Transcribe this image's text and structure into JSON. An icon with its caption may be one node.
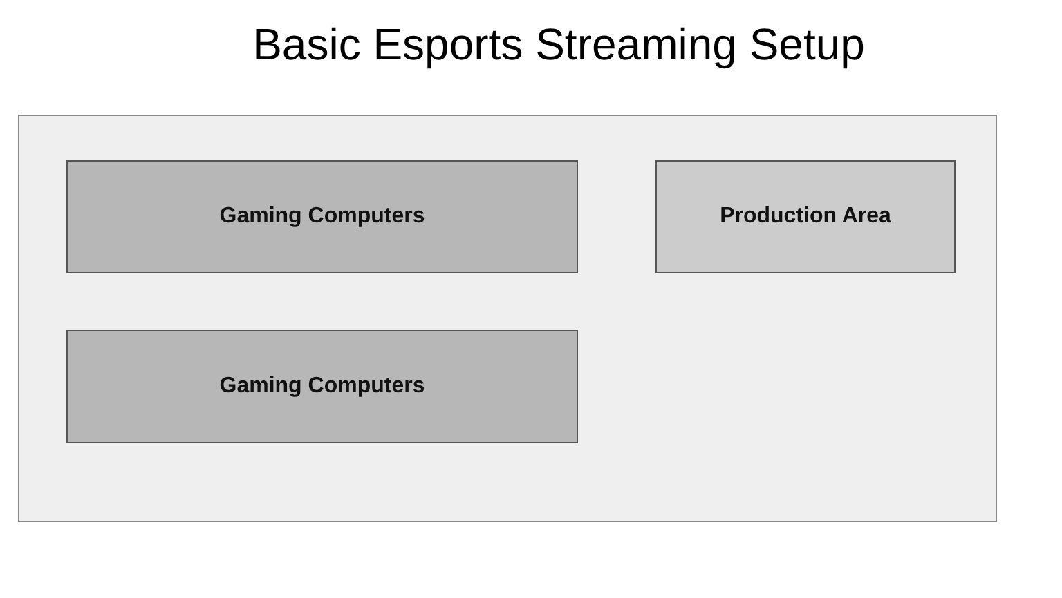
{
  "diagram": {
    "title": "Basic Esports Streaming Setup",
    "nodes": [
      {
        "text": [],
        "shape": "box"
      },
      {
        "text": [
          "Gaming Computers"
        ],
        "in": 0
      },
      {
        "text": [
          "Production Area"
        ],
        "in": 0
      },
      {
        "text": [
          "Gaming Computers"
        ],
        "in": 0
      }
    ]
  }
}
